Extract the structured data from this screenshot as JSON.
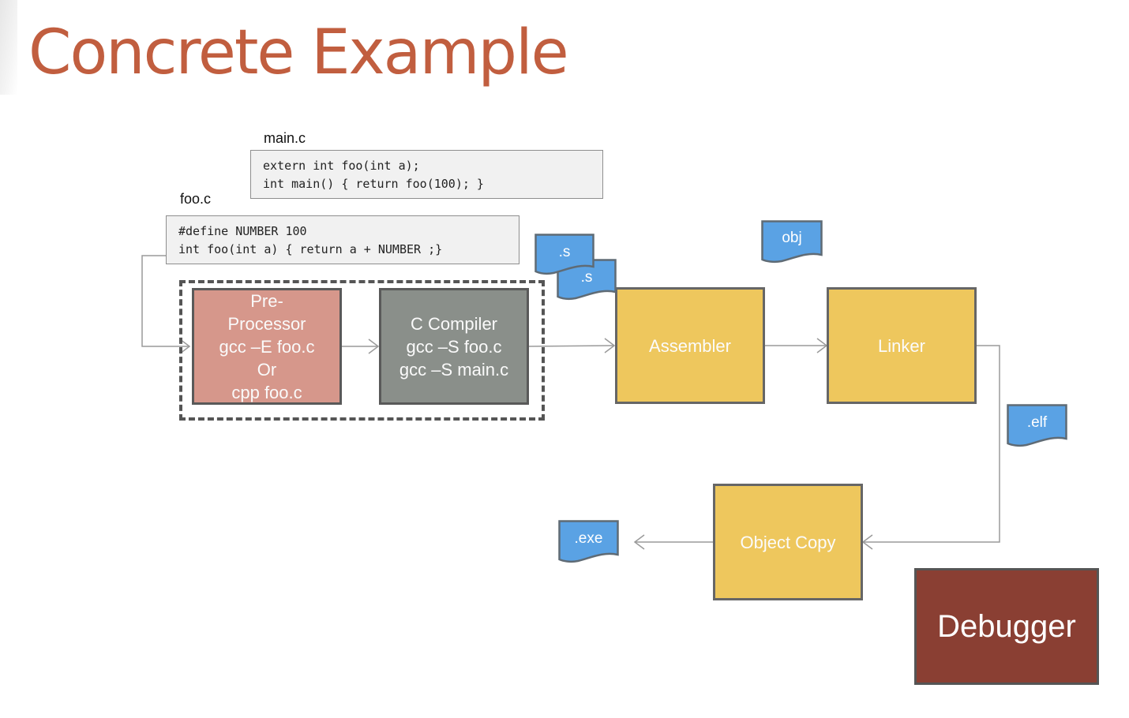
{
  "slide": {
    "title": "Concrete Example"
  },
  "files": {
    "main_c": {
      "label": "main.c",
      "code": [
        "extern int foo(int a);",
        "int main() { return foo(100); }"
      ]
    },
    "foo_c": {
      "label": "foo.c",
      "code": [
        "#define NUMBER 100",
        "int foo(int a) { return a + NUMBER ;}"
      ]
    }
  },
  "stages": {
    "preprocessor": [
      "Pre-",
      "Processor",
      "gcc –E foo.c",
      "Or",
      "cpp foo.c"
    ],
    "compiler": [
      "C Compiler",
      "gcc –S foo.c",
      "gcc –S main.c"
    ],
    "assembler": "Assembler",
    "linker": "Linker",
    "objcopy": "Object Copy",
    "debugger": "Debugger"
  },
  "artifacts": {
    "s_1": ".s",
    "s_2": ".s",
    "obj": "obj",
    "elf": ".elf",
    "exe": ".exe"
  },
  "colors": {
    "title": "#c15e3f",
    "preprocessor": "#d6978b",
    "compiler": "#8a8f8a",
    "stage_yellow": "#eec75d",
    "debugger": "#8a3f33",
    "artifact": "#5aa2e4"
  }
}
